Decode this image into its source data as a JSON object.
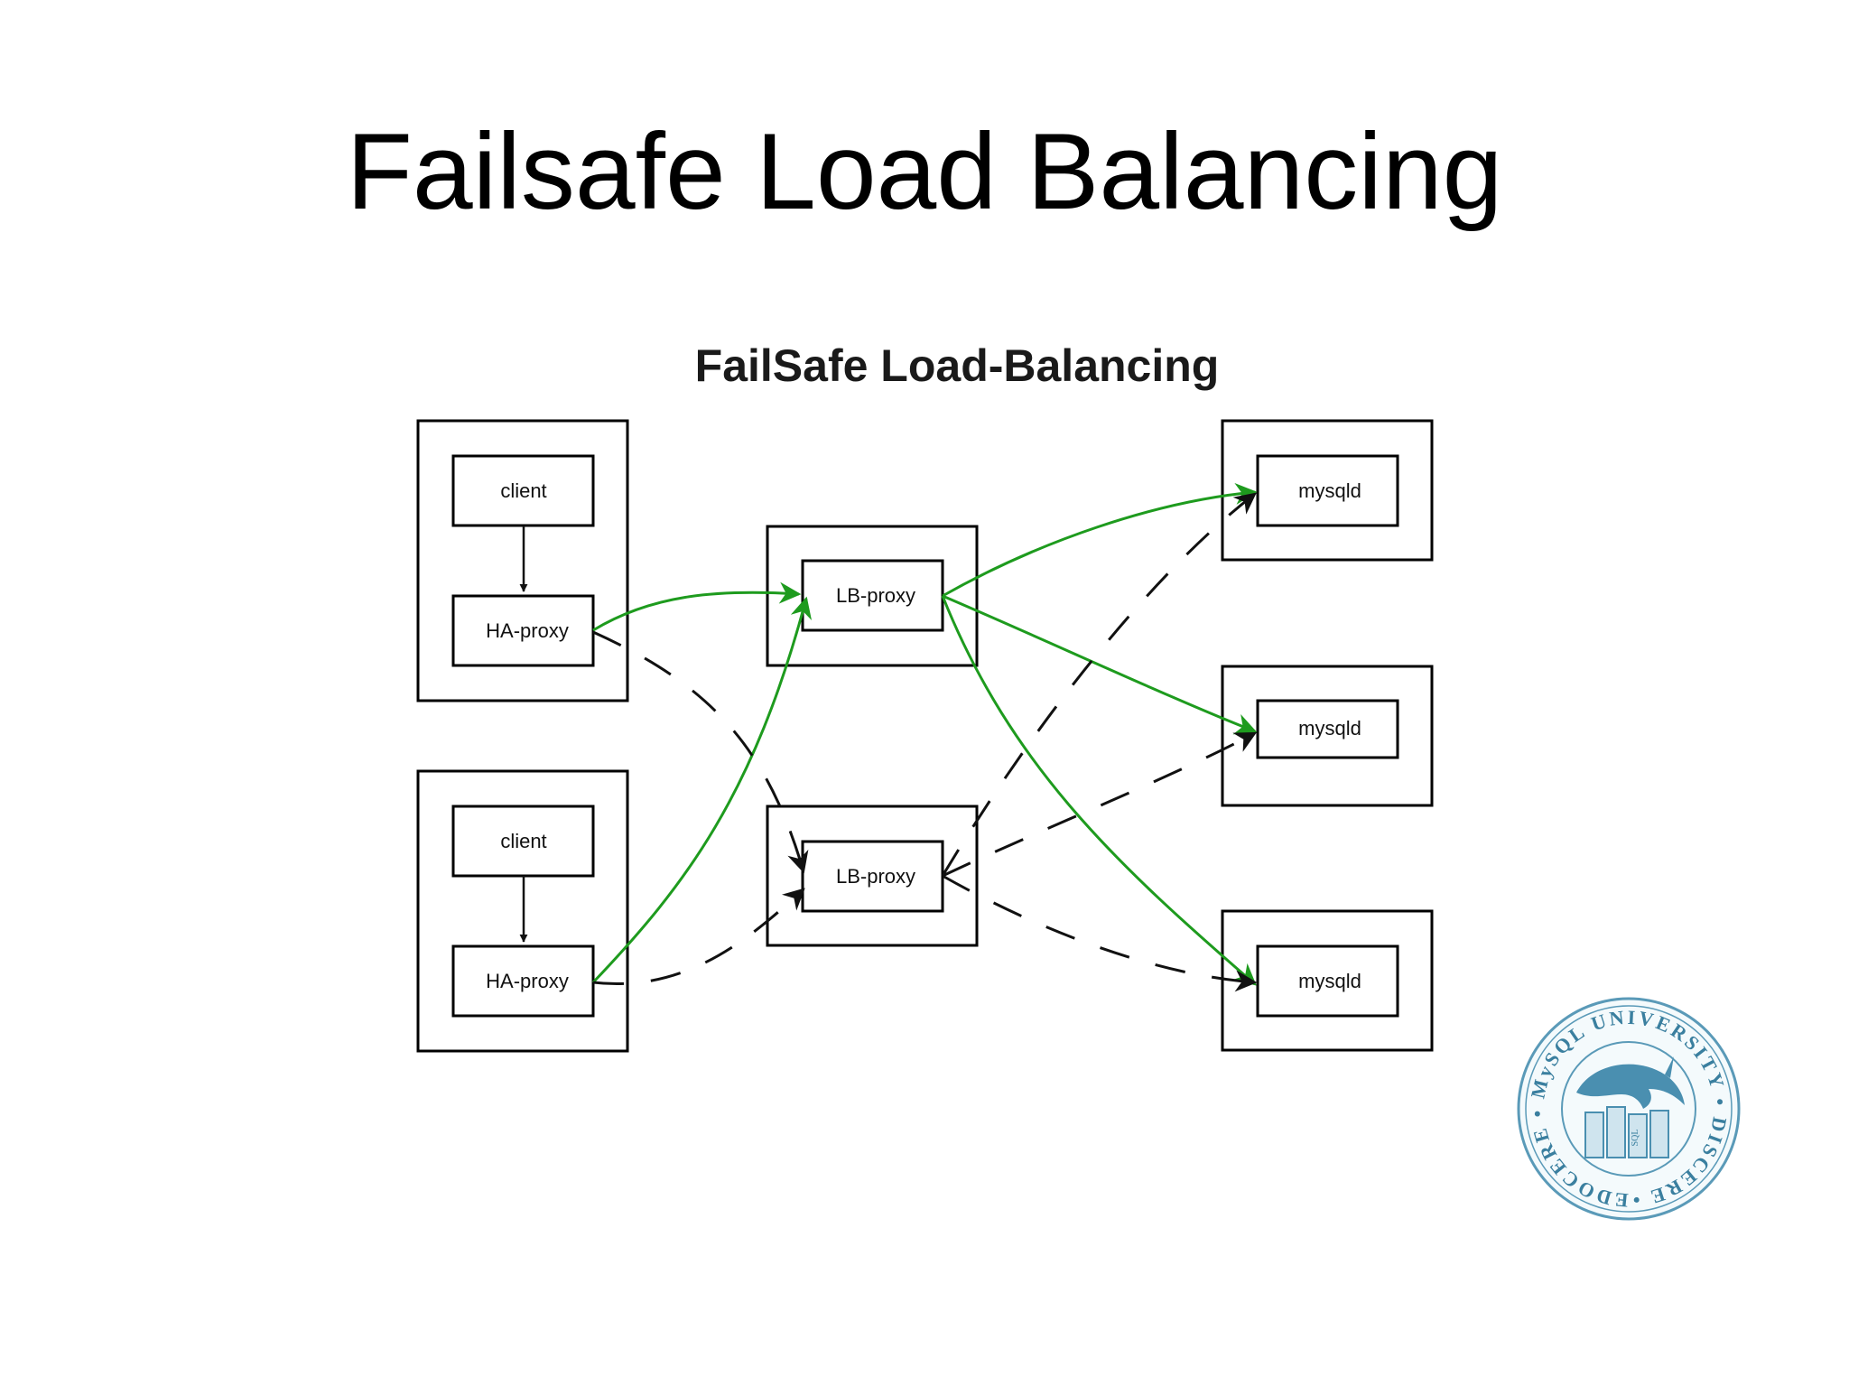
{
  "slide": {
    "title": "Failsafe Load Balancing"
  },
  "diagram": {
    "title": "FailSafe Load-Balancing",
    "nodes": {
      "client1": "client",
      "haproxy1": "HA-proxy",
      "client2": "client",
      "haproxy2": "HA-proxy",
      "lbproxy1": "LB-proxy",
      "lbproxy2": "LB-proxy",
      "mysqld1": "mysqld",
      "mysqld2": "mysqld",
      "mysqld3": "mysqld"
    },
    "colors": {
      "active": "#1e9b1e",
      "standby": "#111111",
      "box": "#000000"
    }
  },
  "logo": {
    "ring_text": "EDOCERE • MySQL UNIVERSITY • DISCERE •",
    "books": [
      "SQL"
    ]
  }
}
